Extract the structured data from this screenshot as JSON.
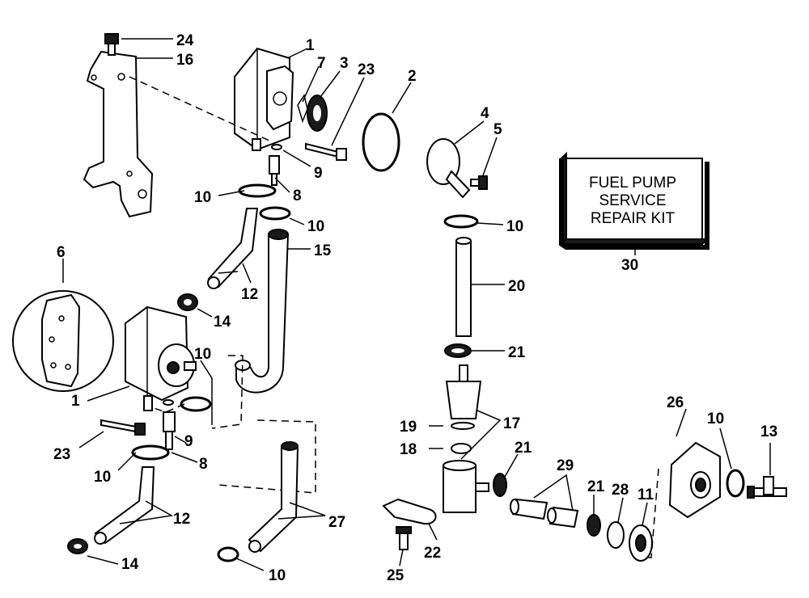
{
  "kit": {
    "line1": "FUEL PUMP",
    "line2": "SERVICE",
    "line3": "REPAIR KIT"
  },
  "callouts": {
    "c24": "24",
    "c16": "16",
    "c1_top": "1",
    "c7": "7",
    "c3": "3",
    "c23_top": "23",
    "c2": "2",
    "c4": "4",
    "c5": "5",
    "c9_top": "9",
    "c10_a": "10",
    "c8_top": "8",
    "c10_b": "10",
    "c15": "15",
    "c10_c": "10",
    "c30": "30",
    "c6": "6",
    "c12_top": "12",
    "c14_top": "14",
    "c20": "20",
    "c21_a": "21",
    "c10_d": "10",
    "c1_low": "1",
    "c19": "19",
    "c17": "17",
    "c23_low": "23",
    "c9_low": "9",
    "c18": "18",
    "c26": "26",
    "c10_e": "10",
    "c13": "13",
    "c10_f": "10",
    "c8_low": "8",
    "c21_b": "21",
    "c29": "29",
    "c21_c": "21",
    "c28": "28",
    "c11": "11",
    "c12_low": "12",
    "c27": "27",
    "c14_low": "14",
    "c22": "22",
    "c25": "25",
    "c10_g": "10"
  }
}
